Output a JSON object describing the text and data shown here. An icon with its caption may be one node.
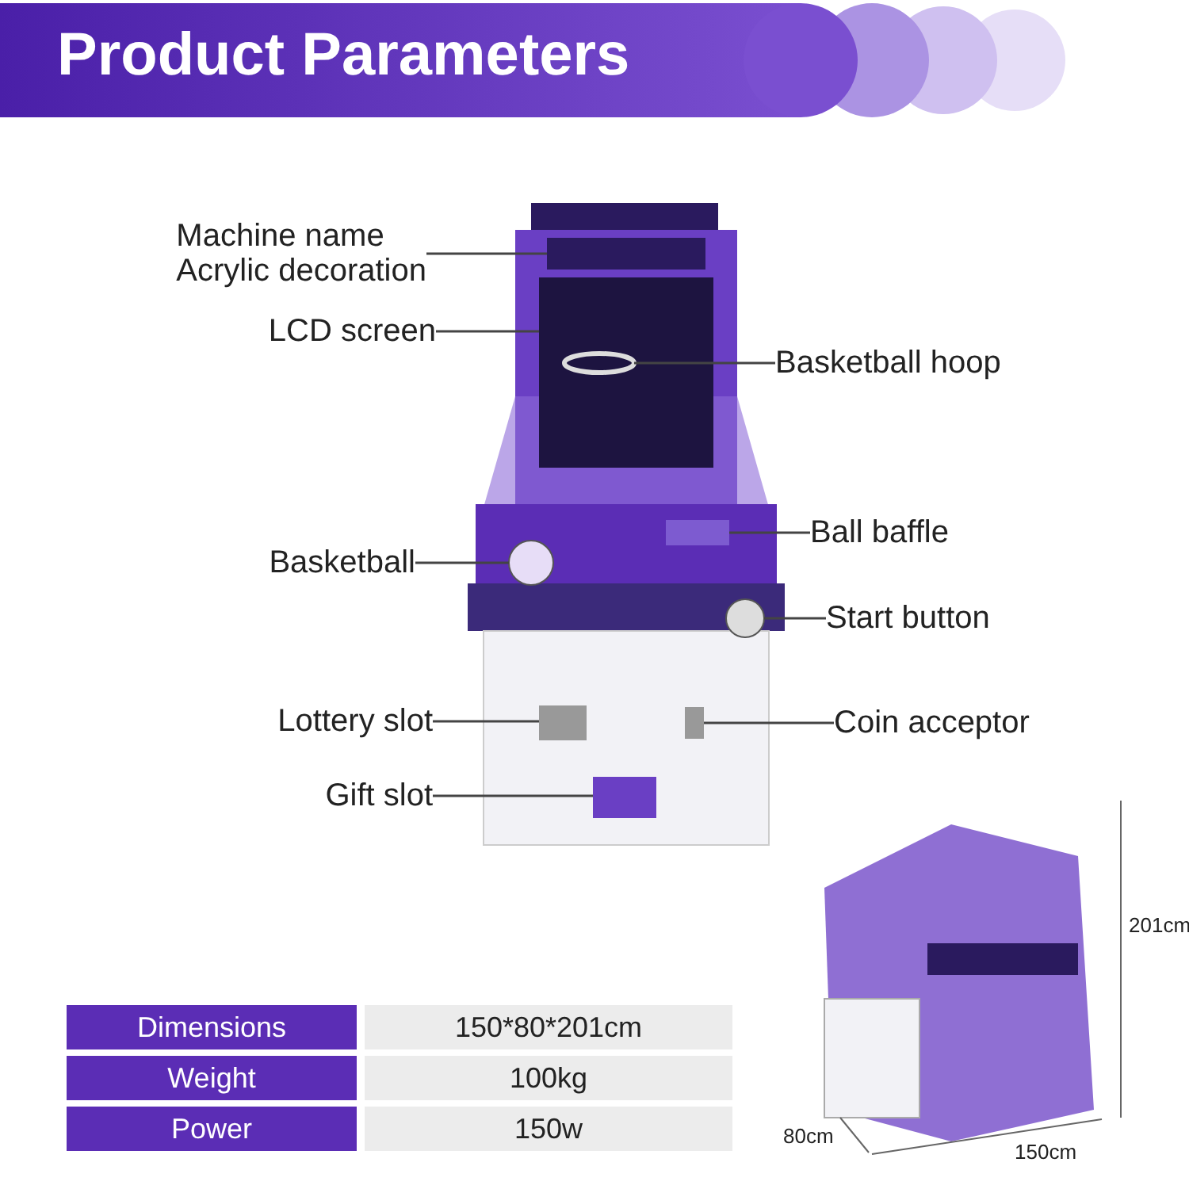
{
  "diagram": {
    "title": "Product Parameters",
    "nodes": [
      {
        "text": [
          "Machine name",
          "Acrylic decoration"
        ]
      },
      {
        "text": [
          "LCD screen"
        ]
      },
      {
        "text": [
          "Basketball hoop"
        ]
      },
      {
        "text": [
          "Basketball"
        ]
      },
      {
        "text": [
          "Ball baffle"
        ]
      },
      {
        "text": [
          "Start button"
        ]
      },
      {
        "text": [
          "Lottery slot"
        ]
      },
      {
        "text": [
          "Coin acceptor"
        ]
      },
      {
        "text": [
          "Gift slot"
        ]
      },
      {
        "text": [],
        "shape": "box"
      },
      {
        "text": [],
        "shape": "box"
      },
      {
        "text": [],
        "shape": "circle",
        "in": 10
      },
      {
        "text": [],
        "shape": "circle"
      },
      {
        "text": [],
        "shape": "box"
      },
      {
        "text": [],
        "shape": "circle"
      },
      {
        "text": [],
        "shape": "box"
      },
      {
        "text": [],
        "shape": "box"
      },
      {
        "text": [],
        "shape": "box"
      }
    ],
    "edges": [
      {
        "from": 0,
        "to": 9,
        "arrow": "none"
      },
      {
        "from": 1,
        "to": 10,
        "arrow": "none"
      },
      {
        "from": 2,
        "to": 11,
        "arrow": "none"
      },
      {
        "from": 3,
        "to": 12,
        "arrow": "none"
      },
      {
        "from": 4,
        "to": 13,
        "arrow": "none"
      },
      {
        "from": 5,
        "to": 14,
        "arrow": "none"
      },
      {
        "from": 6,
        "to": 15,
        "arrow": "none"
      },
      {
        "from": 7,
        "to": 16,
        "arrow": "none"
      },
      {
        "from": 8,
        "to": 17,
        "arrow": "none"
      }
    ],
    "labels": [
      "Dimensions",
      "150*80*201cm",
      "Weight",
      "100kg",
      "Power",
      "150w",
      "201cm",
      "80cm",
      "150cm"
    ]
  }
}
